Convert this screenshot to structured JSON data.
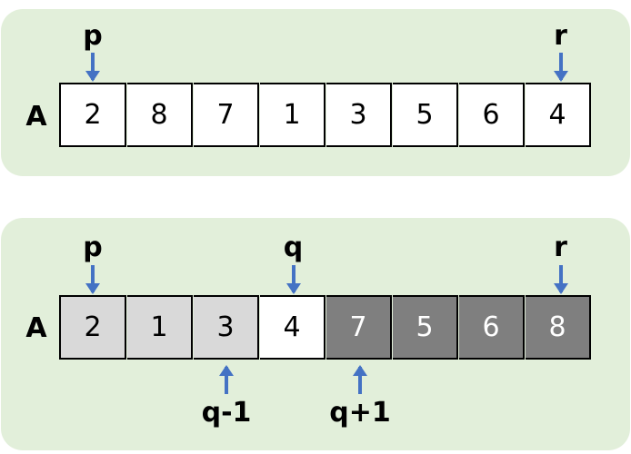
{
  "array_name": "A",
  "top": {
    "pointers": [
      {
        "label": "p",
        "index": 0
      },
      {
        "label": "r",
        "index": 7
      }
    ],
    "cells": [
      {
        "value": "2",
        "shade": "white"
      },
      {
        "value": "8",
        "shade": "white"
      },
      {
        "value": "7",
        "shade": "white"
      },
      {
        "value": "1",
        "shade": "white"
      },
      {
        "value": "3",
        "shade": "white"
      },
      {
        "value": "5",
        "shade": "white"
      },
      {
        "value": "6",
        "shade": "white"
      },
      {
        "value": "4",
        "shade": "white"
      }
    ]
  },
  "bottom": {
    "pointers_above": [
      {
        "label": "p",
        "index": 0
      },
      {
        "label": "q",
        "index": 3
      },
      {
        "label": "r",
        "index": 7
      }
    ],
    "pointers_below": [
      {
        "label": "q-1",
        "index": 2
      },
      {
        "label": "q+1",
        "index": 4
      }
    ],
    "cells": [
      {
        "value": "2",
        "shade": "light"
      },
      {
        "value": "1",
        "shade": "light"
      },
      {
        "value": "3",
        "shade": "light"
      },
      {
        "value": "4",
        "shade": "white"
      },
      {
        "value": "7",
        "shade": "dark"
      },
      {
        "value": "5",
        "shade": "dark"
      },
      {
        "value": "6",
        "shade": "dark"
      },
      {
        "value": "8",
        "shade": "dark"
      }
    ]
  },
  "colors": {
    "panel_bg": "#e2efda",
    "arrow": "#4472c4",
    "light_cell": "#d9d9d9",
    "dark_cell": "#7f7f7f"
  }
}
